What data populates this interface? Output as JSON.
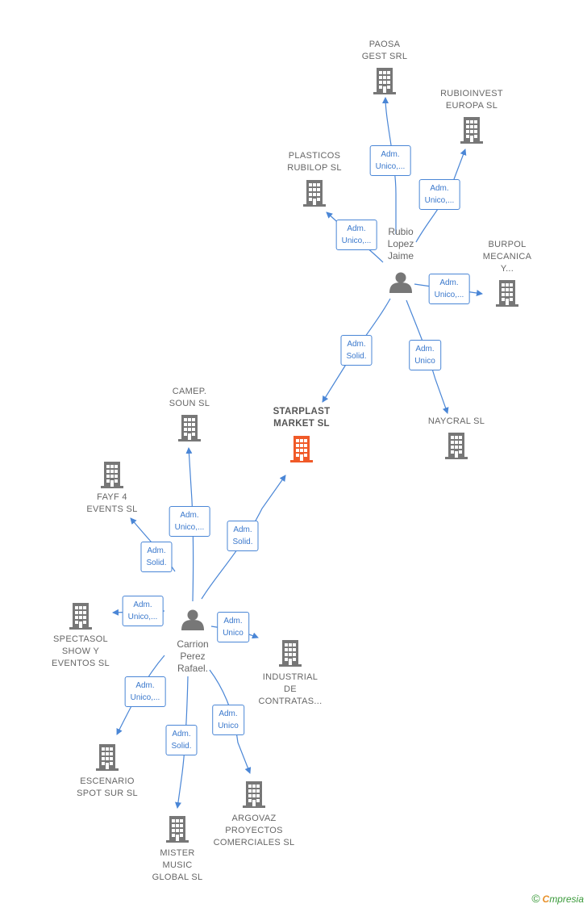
{
  "companies": [
    {
      "id": "paosa",
      "label": "PAOSA\nGEST SRL"
    },
    {
      "id": "rubioinvest",
      "label": "RUBIOINVEST\nEUROPA  SL"
    },
    {
      "id": "plasticos",
      "label": "PLASTICOS\nRUBILOP  SL"
    },
    {
      "id": "burpol",
      "label": "BURPOL\nMECANICA\nY..."
    },
    {
      "id": "starplast",
      "label": "STARPLAST\nMARKET  SL",
      "highlight": true
    },
    {
      "id": "naycral",
      "label": "NAYCRAL  SL"
    },
    {
      "id": "camep",
      "label": "CAMEP.\nSOUN  SL"
    },
    {
      "id": "fayf",
      "label": "FAYF 4\nEVENTS  SL"
    },
    {
      "id": "spectasol",
      "label": "SPECTASOL\nSHOW Y\nEVENTOS  SL"
    },
    {
      "id": "industrial",
      "label": "INDUSTRIAL\nDE\nCONTRATAS..."
    },
    {
      "id": "escenario",
      "label": "ESCENARIO\nSPOT SUR  SL"
    },
    {
      "id": "mister",
      "label": "MISTER\nMUSIC\nGLOBAL  SL"
    },
    {
      "id": "argovaz",
      "label": "ARGOVAZ\nPROYECTOS\nCOMERCIALES SL"
    }
  ],
  "persons": [
    {
      "id": "rubio",
      "label": "Rubio\nLopez\nJaime"
    },
    {
      "id": "carrion",
      "label": "Carrion\nPerez\nRafael."
    }
  ],
  "edges": [
    {
      "id": "e1",
      "label": "Adm.\nUnico,..."
    },
    {
      "id": "e2",
      "label": "Adm.\nUnico,..."
    },
    {
      "id": "e3",
      "label": "Adm.\nUnico,..."
    },
    {
      "id": "e4",
      "label": "Adm.\nUnico,..."
    },
    {
      "id": "e5",
      "label": "Adm.\nSolid."
    },
    {
      "id": "e6",
      "label": "Adm.\nUnico"
    },
    {
      "id": "e7",
      "label": "Adm.\nUnico,..."
    },
    {
      "id": "e8",
      "label": "Adm.\nSolid."
    },
    {
      "id": "e9",
      "label": "Adm.\nSolid."
    },
    {
      "id": "e10",
      "label": "Adm.\nUnico,..."
    },
    {
      "id": "e11",
      "label": "Adm.\nUnico"
    },
    {
      "id": "e12",
      "label": "Adm.\nUnico,..."
    },
    {
      "id": "e13",
      "label": "Adm.\nSolid."
    },
    {
      "id": "e14",
      "label": "Adm.\nUnico"
    }
  ],
  "colors": {
    "edge": "#4a86d6",
    "building": "#777777",
    "highlight": "#f05a28",
    "person": "#777777"
  },
  "footer": {
    "copyright": "©",
    "brand_initial": "C",
    "brand_rest": "mpresia"
  }
}
